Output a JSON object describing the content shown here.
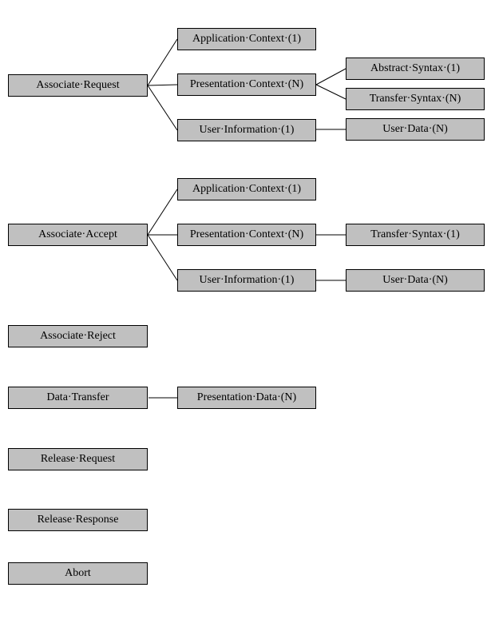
{
  "colors": {
    "background": "#ffffff",
    "box_fill": "#c0c0c0",
    "box_border": "#000000",
    "connector": "#000000",
    "text": "#000000"
  },
  "nodes": {
    "assoc_request": {
      "label": "Associate·Request"
    },
    "app_context_1": {
      "label": "Application·Context·(1)"
    },
    "pres_context_1": {
      "label": "Presentation·Context·(N)"
    },
    "user_info_1": {
      "label": "User·Information·(1)"
    },
    "abstract_syntax_1": {
      "label": "Abstract·Syntax·(1)"
    },
    "transfer_syntax_n": {
      "label": "Transfer·Syntax·(N)"
    },
    "user_data_n1": {
      "label": "User·Data·(N)"
    },
    "assoc_accept": {
      "label": "Associate·Accept"
    },
    "app_context_2": {
      "label": "Application·Context·(1)"
    },
    "pres_context_2": {
      "label": "Presentation·Context·(N)"
    },
    "user_info_2": {
      "label": "User·Information·(1)"
    },
    "transfer_syntax_1": {
      "label": "Transfer·Syntax·(1)"
    },
    "user_data_n2": {
      "label": "User·Data·(N)"
    },
    "assoc_reject": {
      "label": "Associate·Reject"
    },
    "data_transfer": {
      "label": "Data·Transfer"
    },
    "presentation_data": {
      "label": "Presentation·Data·(N)"
    },
    "release_request": {
      "label": "Release·Request"
    },
    "release_response": {
      "label": "Release·Response"
    },
    "abort": {
      "label": "Abort"
    }
  },
  "edges": [
    {
      "from": "Associate·Request",
      "to": "Application·Context·(1)"
    },
    {
      "from": "Associate·Request",
      "to": "Presentation·Context·(N)"
    },
    {
      "from": "Associate·Request",
      "to": "User·Information·(1)"
    },
    {
      "from": "Presentation·Context·(N)",
      "to": "Abstract·Syntax·(1)"
    },
    {
      "from": "Presentation·Context·(N)",
      "to": "Transfer·Syntax·(N)"
    },
    {
      "from": "User·Information·(1)",
      "to": "User·Data·(N)"
    },
    {
      "from": "Associate·Accept",
      "to": "Application·Context·(1)"
    },
    {
      "from": "Associate·Accept",
      "to": "Presentation·Context·(N)"
    },
    {
      "from": "Associate·Accept",
      "to": "User·Information·(1)"
    },
    {
      "from": "Presentation·Context·(N)",
      "to": "Transfer·Syntax·(1)"
    },
    {
      "from": "User·Information·(1)",
      "to": "User·Data·(N)"
    },
    {
      "from": "Data·Transfer",
      "to": "Presentation·Data·(N)"
    }
  ]
}
